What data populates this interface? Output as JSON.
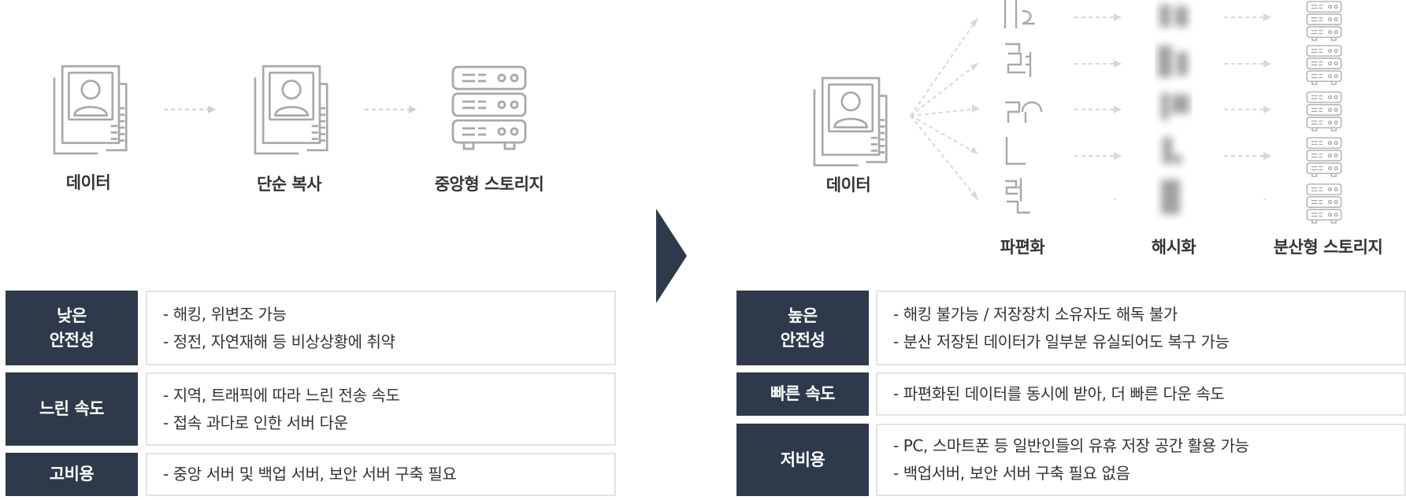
{
  "left_flow": {
    "stages": [
      {
        "label": "데이터",
        "icon": "document-icon"
      },
      {
        "label": "단순 복사",
        "icon": "document-icon"
      },
      {
        "label": "중앙형 스토리지",
        "icon": "server-icon"
      }
    ]
  },
  "right_flow": {
    "source_label": "데이터",
    "column_labels": [
      "파편화",
      "해시화",
      "분산형 스토리지"
    ],
    "fragment_count": 5
  },
  "left_table": [
    {
      "label_lines": [
        "낮은",
        "안전성"
      ],
      "desc": [
        "- 해킹, 위변조 가능",
        "- 정전, 자연재해 등 비상상황에 취약"
      ]
    },
    {
      "label_lines": [
        "느린 속도"
      ],
      "desc": [
        "- 지역, 트래픽에 따라 느린 전송 속도",
        "- 접속 과다로 인한 서버 다운"
      ]
    },
    {
      "label_lines": [
        "고비용"
      ],
      "desc": [
        "- 중앙 서버 및 백업 서버, 보안 서버 구축 필요"
      ]
    }
  ],
  "right_table": [
    {
      "label_lines": [
        "높은",
        "안전성"
      ],
      "desc": [
        "- 해킹 불가능 / 저장장치 소유자도 해독 불가",
        "- 분산 저장된 데이터가 일부분 유실되어도 복구 가능"
      ]
    },
    {
      "label_lines": [
        "빠른 속도"
      ],
      "desc": [
        "- 파편화된 데이터를 동시에 받아, 더 빠른 다운 속도"
      ]
    },
    {
      "label_lines": [
        "저비용"
      ],
      "desc": [
        "- PC, 스마트폰 등 일반인들의 유휴 저장 공간 활용 가능",
        "- 백업서버, 보안 서버 구축 필요 없음"
      ]
    }
  ],
  "colors": {
    "navy": "#2e3a4b",
    "icon_gray": "#a8a8a8",
    "arrow_gray": "#d0d0d0",
    "border": "#e3e3e3"
  }
}
